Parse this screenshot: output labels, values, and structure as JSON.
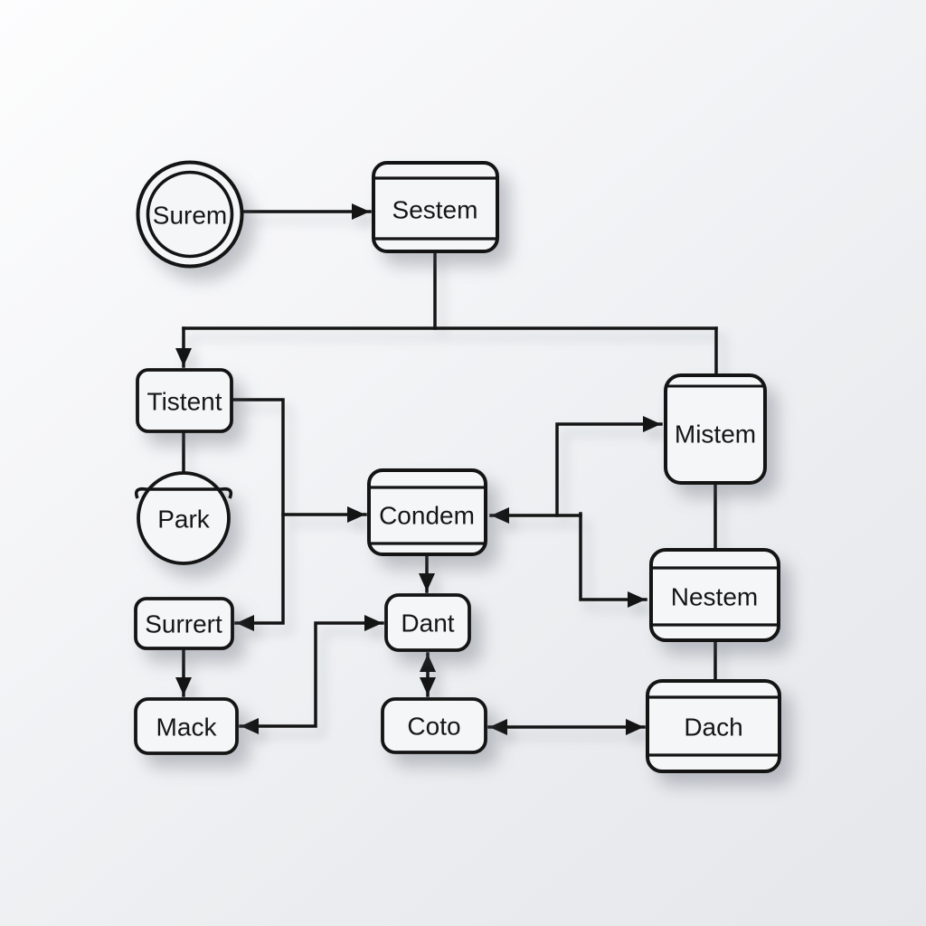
{
  "diagram": {
    "type": "flowchart",
    "colors": {
      "background_top": "#fdfdfe",
      "background_bottom": "#e5e7eb",
      "line": "#141414",
      "node_fill": "#f5f6f8",
      "text": "#161616"
    },
    "nodes": {
      "surem": {
        "label": "Surem",
        "shape": "double-circle"
      },
      "sestem": {
        "label": "Sestem",
        "shape": "rounded-rect-header-footer"
      },
      "tistent": {
        "label": "Tistent",
        "shape": "rounded-rect"
      },
      "park": {
        "label": "Park",
        "shape": "pot-circle"
      },
      "condem": {
        "label": "Condem",
        "shape": "rounded-rect-header-footer"
      },
      "mistem": {
        "label": "Mistem",
        "shape": "rounded-rect-header"
      },
      "nestem": {
        "label": "Nestem",
        "shape": "rounded-rect-header-footer"
      },
      "surrert": {
        "label": "Surrert",
        "shape": "rounded-rect"
      },
      "mack": {
        "label": "Mack",
        "shape": "rounded-rect"
      },
      "dant": {
        "label": "Dant",
        "shape": "rounded-rect"
      },
      "coto": {
        "label": "Coto",
        "shape": "rounded-rect"
      },
      "dach": {
        "label": "Dach",
        "shape": "rounded-rect-header-footer"
      }
    },
    "edges": [
      {
        "from": "surem",
        "to": "sestem",
        "arrows": "end"
      },
      {
        "from": "sestem",
        "to": "tistent",
        "arrows": "end"
      },
      {
        "from": "sestem",
        "to": "mistem",
        "arrows": "none"
      },
      {
        "from": "tistent",
        "to": "park",
        "arrows": "none"
      },
      {
        "from": "tistent",
        "to": "condem",
        "arrows": "end"
      },
      {
        "from": "tistent",
        "to": "surrert",
        "arrows": "end"
      },
      {
        "from": "surrert",
        "to": "mack",
        "arrows": "end"
      },
      {
        "from": "mack",
        "to": "dant",
        "arrows": "both"
      },
      {
        "from": "condem",
        "to": "dant",
        "arrows": "end"
      },
      {
        "from": "dant",
        "to": "coto",
        "arrows": "both"
      },
      {
        "from": "coto",
        "to": "dach",
        "arrows": "both"
      },
      {
        "from": "mistem",
        "to": "nestem",
        "arrows": "none"
      },
      {
        "from": "nestem",
        "to": "dach",
        "arrows": "none"
      },
      {
        "from": "junction",
        "to": "mistem",
        "arrows": "end"
      },
      {
        "from": "junction",
        "to": "condem",
        "arrows": "end"
      },
      {
        "from": "junction",
        "to": "nestem",
        "arrows": "end"
      }
    ]
  }
}
